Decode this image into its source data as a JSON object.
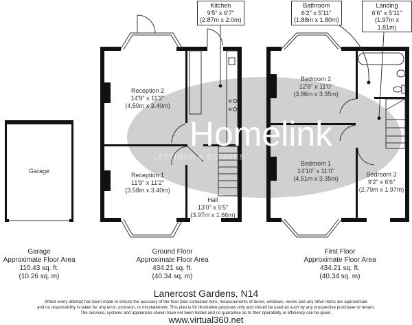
{
  "watermark": {
    "brand": "Homelink",
    "tagline": "LETTINGS & ESTATES"
  },
  "rooms": {
    "garage": {
      "name": "Garage"
    },
    "reception2": {
      "name": "Reception 2",
      "imperial": "14'9\" x 11'2\"",
      "metric": "(4.50m x 3.40m)"
    },
    "reception1": {
      "name": "Reception 1",
      "imperial": "11'9\" x 11'2\"",
      "metric": "(3.58m x 3.40m)"
    },
    "kitchen": {
      "name": "Kitchen",
      "imperial": "9'5\" x 6'7\"",
      "metric": "(2.87m x 2.0m)"
    },
    "hall": {
      "name": "Hall",
      "imperial": "13'0\" x 5'5\"",
      "metric": "(3.97m x 1.66m)"
    },
    "bathroom": {
      "name": "Bathroom",
      "imperial": "6'2\" x 5'11\"",
      "metric": "(1.88m x 1.80m)"
    },
    "landing": {
      "name": "Landing",
      "imperial": "6'6\" x 5'11\"",
      "metric": "(1.97m x 1.81m)"
    },
    "bedroom2": {
      "name": "Bedroom 2",
      "imperial": "12'8\" x 11'0\"",
      "metric": "(3.86m x 3.35m)"
    },
    "bedroom1": {
      "name": "Bedroom 1",
      "imperial": "14'10\" x 11'0\"",
      "metric": "(4.51m x 3.35m)"
    },
    "bedroom3": {
      "name": "Bedroom 3",
      "imperial": "9'2\" x 6'6\"",
      "metric": "(2.79m x 1.97m)"
    }
  },
  "areas": {
    "garage": {
      "title": "Garage",
      "label": "Approximate Floor Area",
      "sqft": "110.43 sq. ft.",
      "sqm": "(10.26 sq. m)"
    },
    "ground": {
      "title": "Ground Floor",
      "label": "Approximate Floor Area",
      "sqft": "434.21 sq. ft.",
      "sqm": "(40.34 sq. m)"
    },
    "first": {
      "title": "First Floor",
      "label": "Approximate Floor Area",
      "sqft": "434.21 sq. ft.",
      "sqm": "(40.34 sq. m)"
    }
  },
  "address": "Lanercost Gardens, N14",
  "disclaimer": [
    "Whilst every attempt has been made to ensure the accuracy of the floor plan contained here, measurements of doors, windows, rooms and any other items are approximate",
    "and no responsibility is taken for any error, omission, or misstatement. This plan is for illustrative purposes only and should be used as such by any prospective purchaser or tenant.",
    "The services, systems and appliances shown have not been tested and no guarantee as to their operability or efficiency can be given."
  ],
  "website": "www.virtual360.net"
}
